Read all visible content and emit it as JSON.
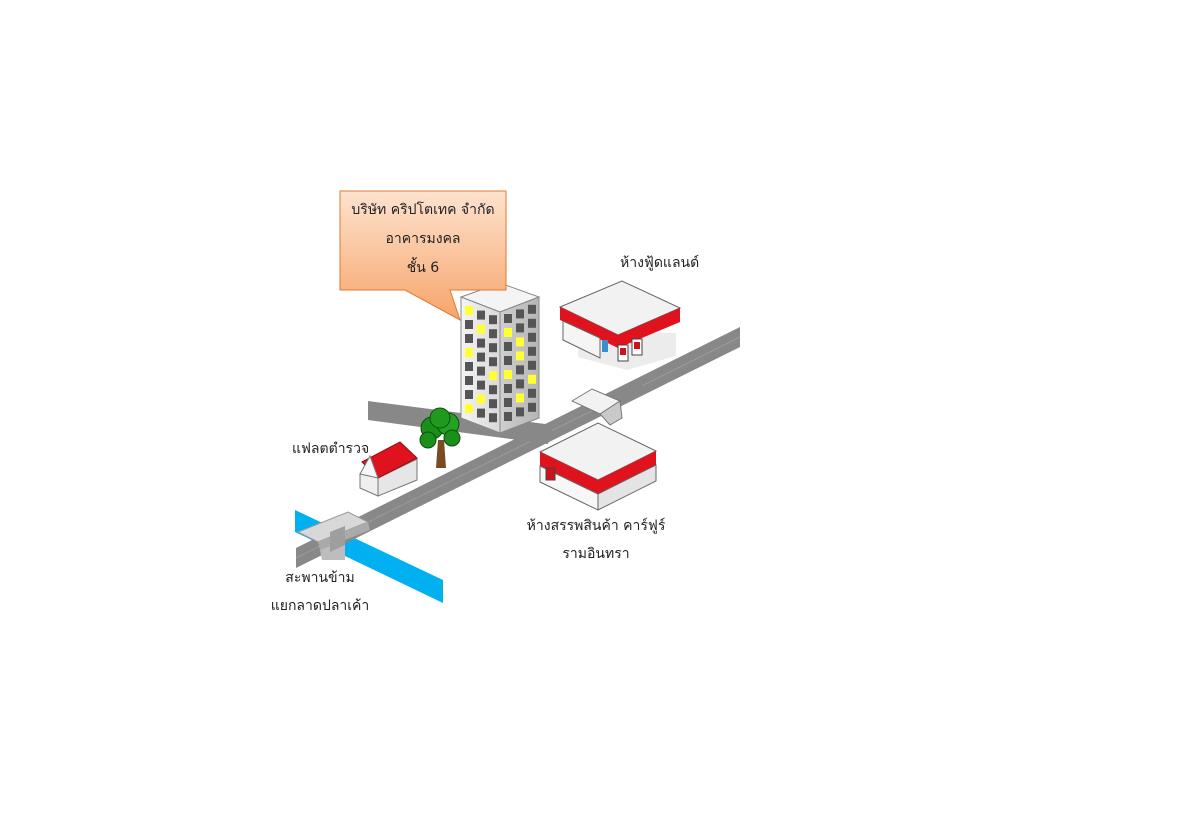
{
  "callout": {
    "lines": [
      "บริษัท คริปโตเทค จำกัด",
      "อาคารมงคล",
      "ชั้น 6"
    ]
  },
  "places": {
    "foodland": "ห้างฟู้ดแลนด์",
    "police_flat": "แฟลตตำรวจ",
    "carrefour_line1": "ห้างสรรพสินค้า คาร์ฟูร์",
    "carrefour_line2": "รามอินทรา",
    "bridge_line1": "สะพานข้าม",
    "bridge_line2": "แยกลาดปลาเค้า"
  },
  "colors": {
    "road": "#888888",
    "river": "#00b0f0",
    "callout_top": "#fde3cf",
    "callout_bottom": "#f7a46a",
    "store_stripe": "#e0121e",
    "window_lit": "#ffff33",
    "window_dark": "#555555"
  }
}
